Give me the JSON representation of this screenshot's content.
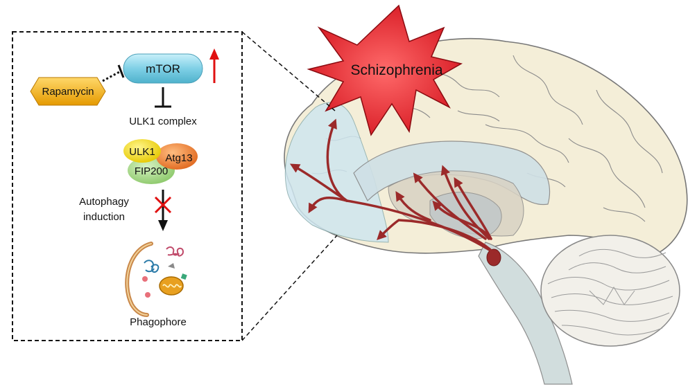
{
  "inset": {
    "mtor_label": "mTOR",
    "rapamycin_label": "Rapamycin",
    "ulk1_complex_label": "ULK1 complex",
    "complex_members": {
      "ulk1": "ULK1",
      "atg13": "Atg13",
      "fip200": "FIP200"
    },
    "autophagy_label_line1": "Autophagy",
    "autophagy_label_line2": "induction",
    "phagophore_label": "Phagophore"
  },
  "brain": {
    "burst_label": "Schizophrenia"
  },
  "colors": {
    "mtor_fill": "#7fd0e6",
    "rapamycin_fill": "#f2a900",
    "ulk1_fill": "#f4e21a",
    "atg13_fill": "#f08a3c",
    "fip200_fill": "#a8d88a",
    "up_arrow": "#e01010",
    "block_cross": "#e01010",
    "pathway": "#9b2a2a",
    "burst": "#e8202a",
    "brain_outline": "#f4eed8",
    "highlight_region": "#cfe6ef"
  }
}
